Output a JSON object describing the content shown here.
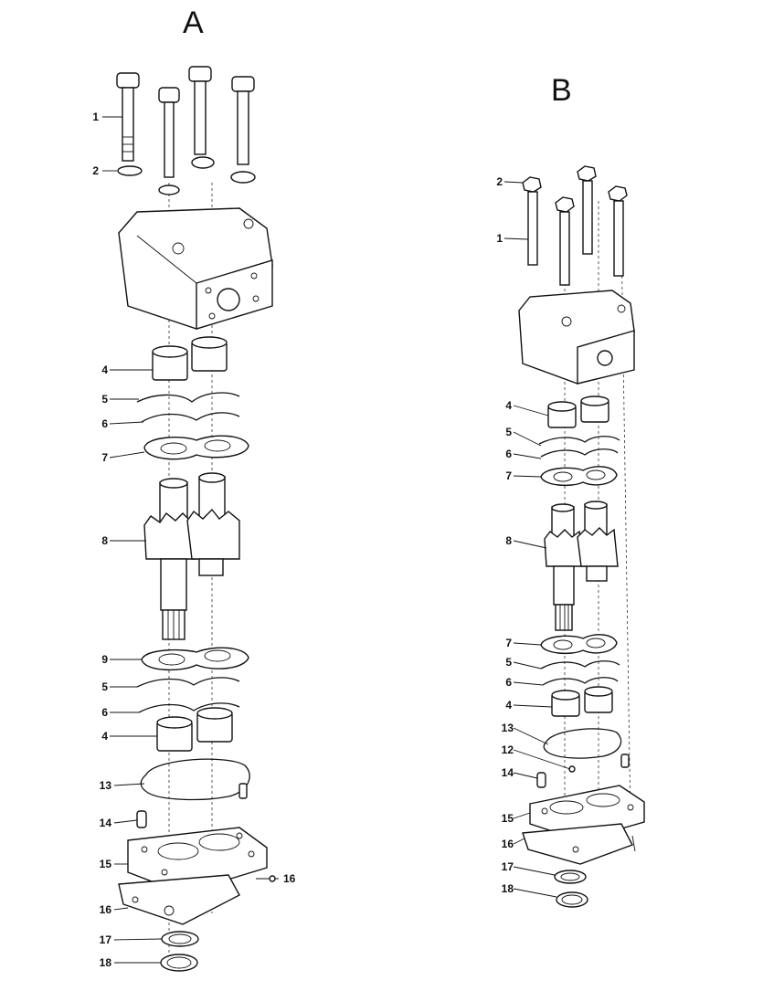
{
  "assemblies": [
    {
      "label": "A",
      "callouts": [
        {
          "id": "a1",
          "text": "1"
        },
        {
          "id": "a2",
          "text": "2"
        },
        {
          "id": "a4",
          "text": "4"
        },
        {
          "id": "a5",
          "text": "5"
        },
        {
          "id": "a6",
          "text": "6"
        },
        {
          "id": "a7",
          "text": "7"
        },
        {
          "id": "a8",
          "text": "8"
        },
        {
          "id": "a9",
          "text": "9"
        },
        {
          "id": "a5b",
          "text": "5"
        },
        {
          "id": "a6b",
          "text": "6"
        },
        {
          "id": "a4b",
          "text": "4"
        },
        {
          "id": "a13",
          "text": "13"
        },
        {
          "id": "a14",
          "text": "14"
        },
        {
          "id": "a15",
          "text": "15"
        },
        {
          "id": "a16r",
          "text": "16"
        },
        {
          "id": "a16l",
          "text": "16"
        },
        {
          "id": "a17",
          "text": "17"
        },
        {
          "id": "a18",
          "text": "18"
        }
      ]
    },
    {
      "label": "B",
      "callouts": [
        {
          "id": "b2",
          "text": "2"
        },
        {
          "id": "b1",
          "text": "1"
        },
        {
          "id": "b4",
          "text": "4"
        },
        {
          "id": "b5",
          "text": "5"
        },
        {
          "id": "b6",
          "text": "6"
        },
        {
          "id": "b7",
          "text": "7"
        },
        {
          "id": "b8",
          "text": "8"
        },
        {
          "id": "b7b",
          "text": "7"
        },
        {
          "id": "b5b",
          "text": "5"
        },
        {
          "id": "b6b",
          "text": "6"
        },
        {
          "id": "b4b",
          "text": "4"
        },
        {
          "id": "b13",
          "text": "13"
        },
        {
          "id": "b12",
          "text": "12"
        },
        {
          "id": "b14",
          "text": "14"
        },
        {
          "id": "b15",
          "text": "15"
        },
        {
          "id": "b16",
          "text": "16"
        },
        {
          "id": "b17",
          "text": "17"
        },
        {
          "id": "b18",
          "text": "18"
        }
      ]
    }
  ]
}
